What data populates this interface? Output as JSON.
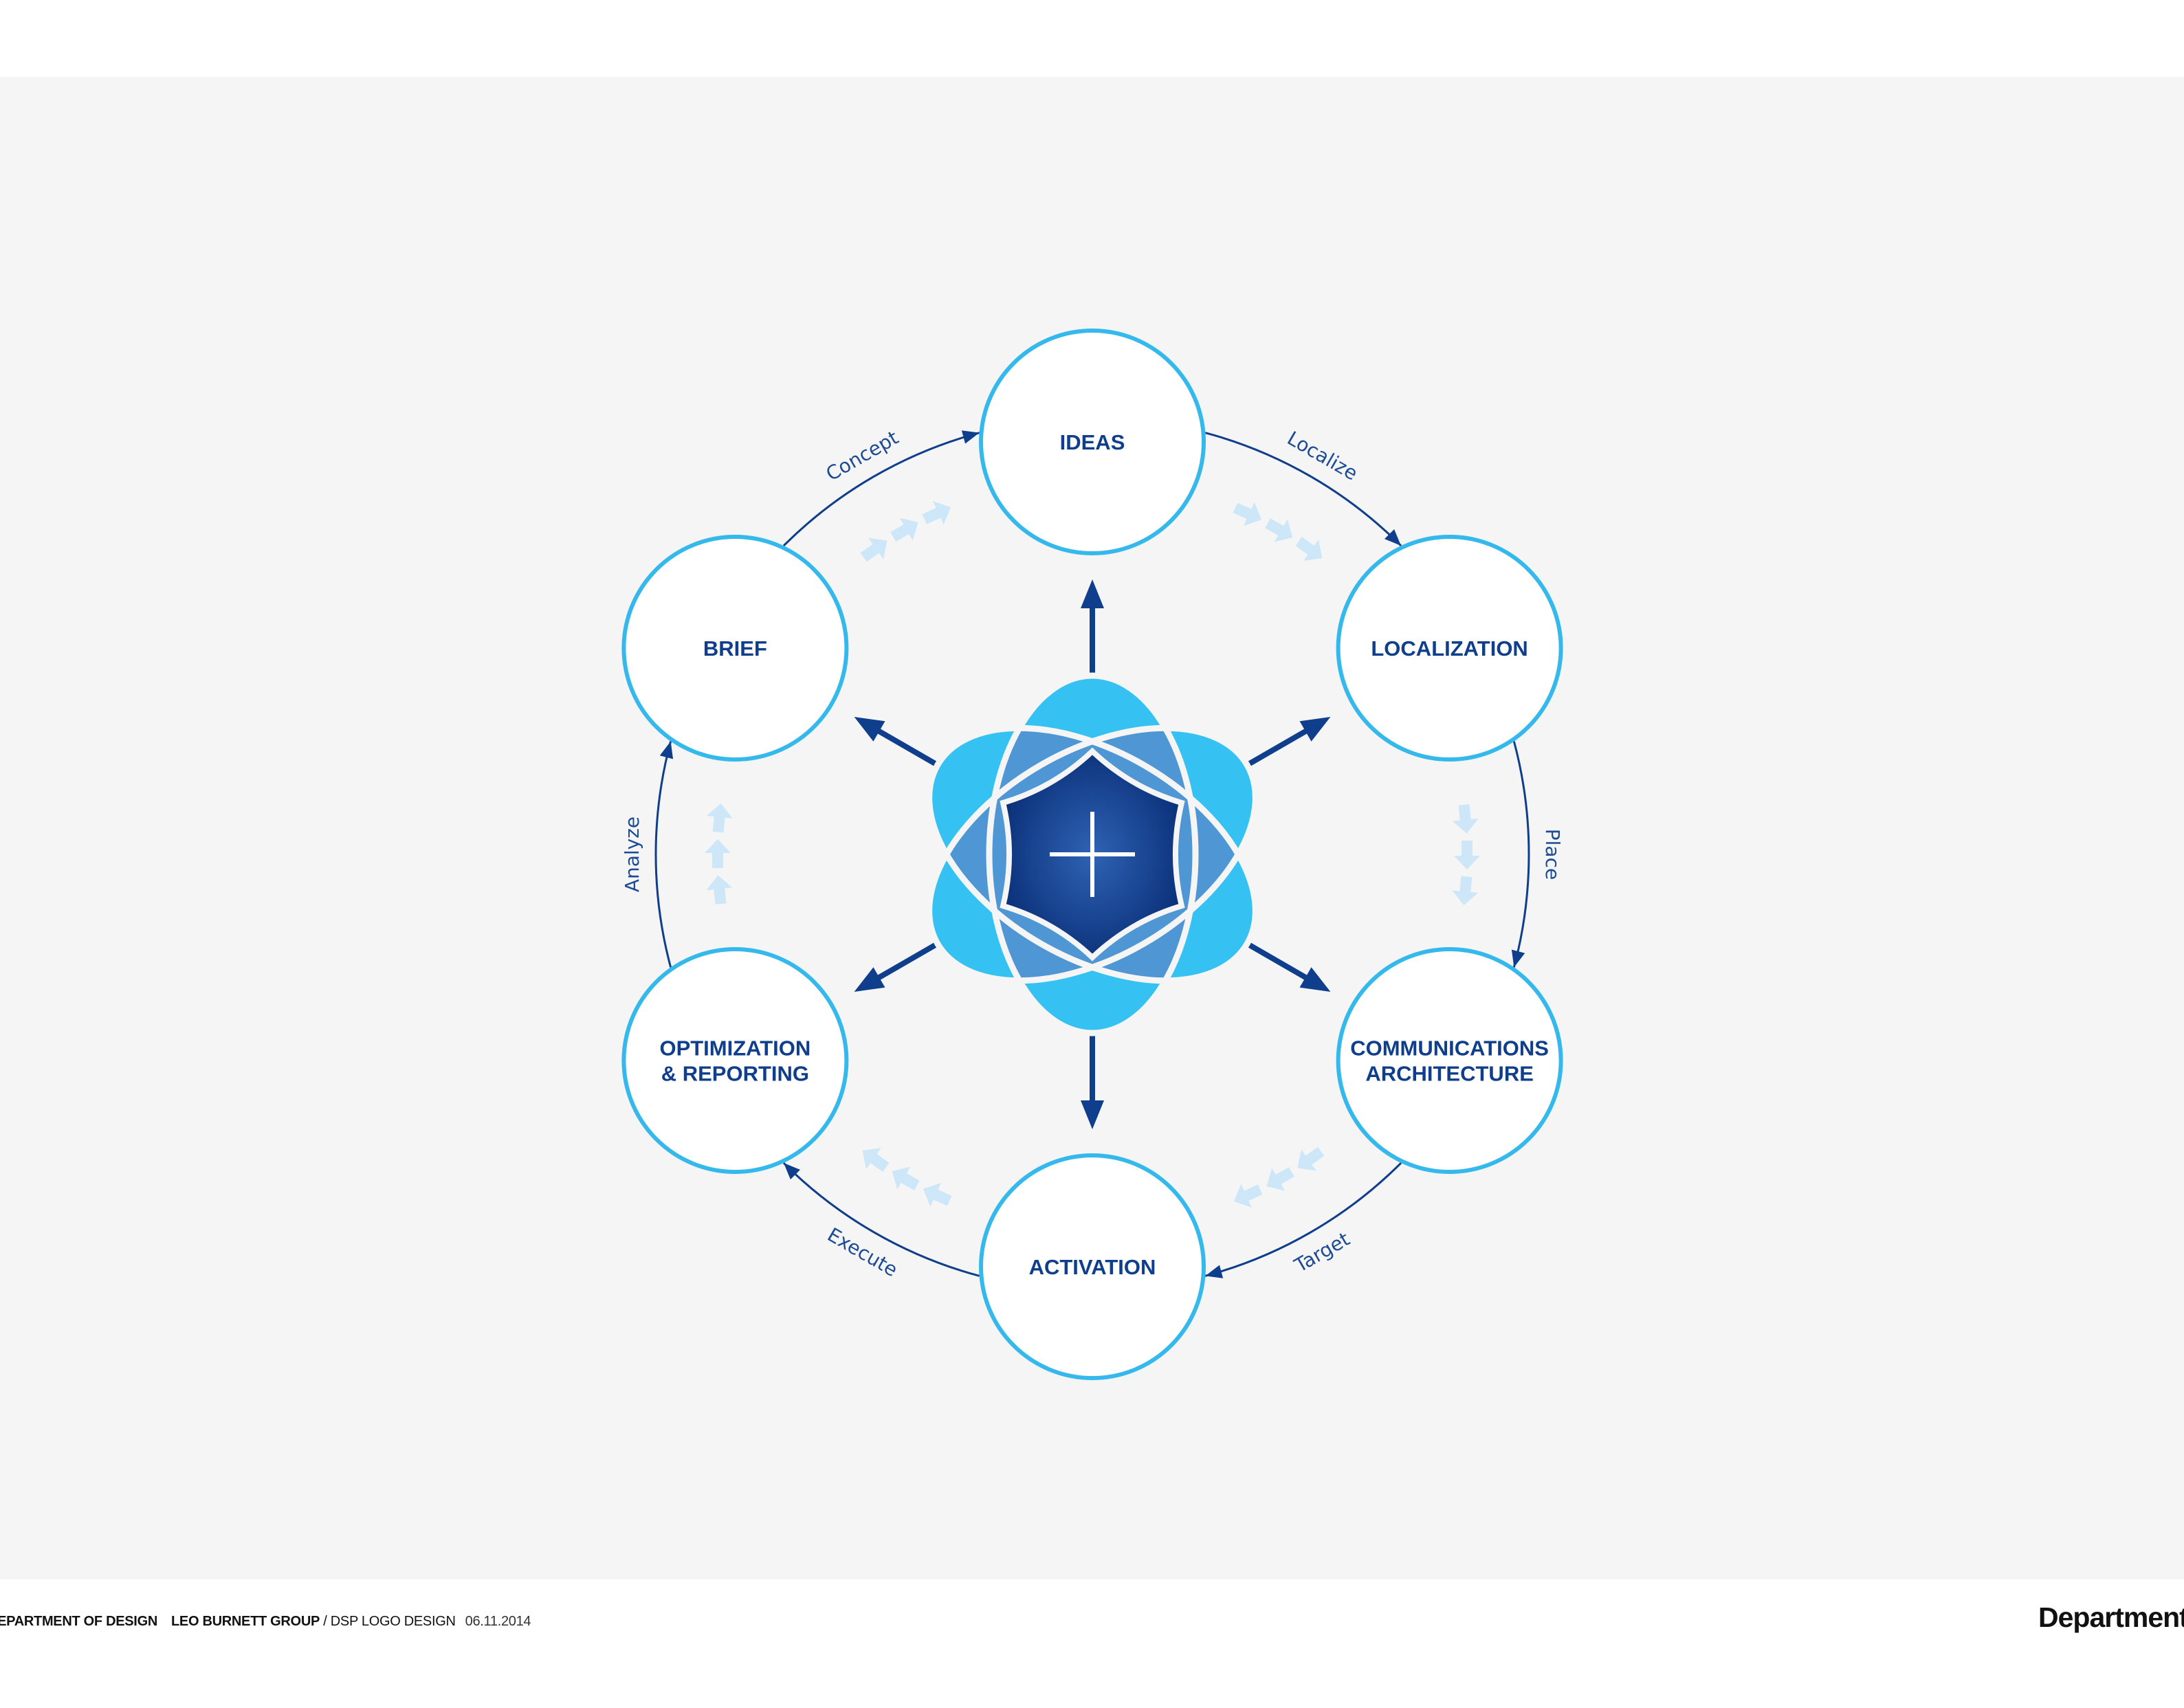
{
  "diagram": {
    "center": {
      "name": "plus-logo-icon"
    },
    "nodes": [
      {
        "id": "ideas",
        "lines": [
          "IDEAS"
        ]
      },
      {
        "id": "localization",
        "lines": [
          "LOCALIZATION"
        ]
      },
      {
        "id": "communications-architecture",
        "lines": [
          "COMMUNICATIONS",
          "ARCHITECTURE"
        ]
      },
      {
        "id": "activation",
        "lines": [
          "ACTIVATION"
        ]
      },
      {
        "id": "optimization-reporting",
        "lines": [
          "OPTIMIZATION",
          "& REPORTING"
        ]
      },
      {
        "id": "brief",
        "lines": [
          "BRIEF"
        ]
      }
    ],
    "flows": [
      {
        "from": "brief",
        "to": "ideas",
        "label": "Concept"
      },
      {
        "from": "ideas",
        "to": "localization",
        "label": "Localize"
      },
      {
        "from": "localization",
        "to": "communications-architecture",
        "label": "Place"
      },
      {
        "from": "communications-architecture",
        "to": "activation",
        "label": "Target"
      },
      {
        "from": "activation",
        "to": "optimization-reporting",
        "label": "Execute"
      },
      {
        "from": "optimization-reporting",
        "to": "brief",
        "label": "Analyze"
      }
    ],
    "colors": {
      "node_stroke": "#35b9ec",
      "node_text": "#0f3e8c",
      "arrow": "#0f3e8c",
      "hint_arrows": "#cde7f8",
      "petal": "#35c2f2",
      "petal_overlap": "#4f96d4",
      "core": "#0d3d8f"
    }
  },
  "footer": {
    "department": "DEPARTMENT OF DESIGN",
    "group": "LEO BURNETT GROUP",
    "separator": " / ",
    "project": "DSP LOGO DESIGN",
    "date": "06.11.2014",
    "brand": "Department"
  }
}
